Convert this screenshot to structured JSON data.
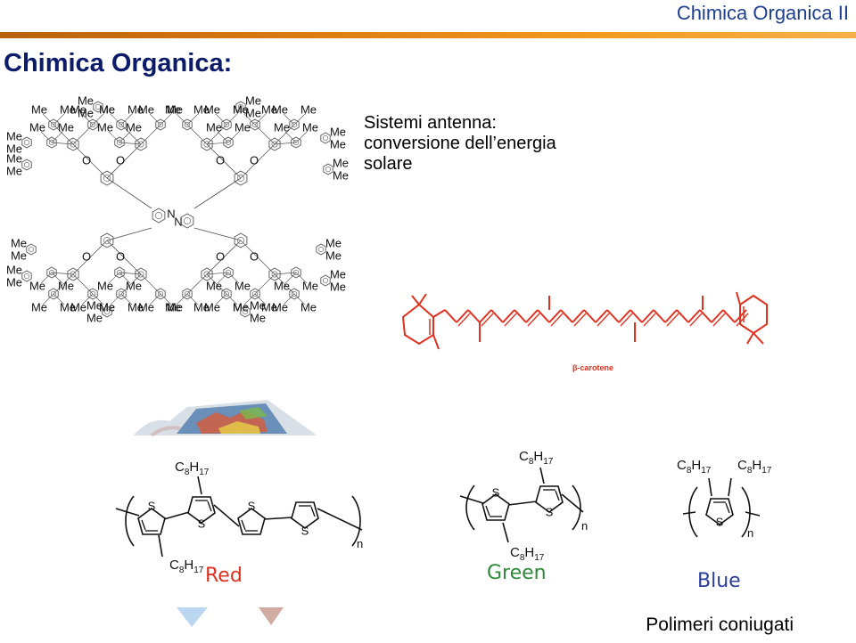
{
  "header": {
    "course_title": "Chimica Organica II"
  },
  "slide": {
    "title": "Chimica Organica:",
    "subtitle_lines": [
      "Sistemi antenna:",
      "conversione dell’energia",
      "solare"
    ],
    "caption": "Polimeri coniugati"
  },
  "figures": {
    "dendrimer": {
      "methyl_label": "Me",
      "atom_o": "O",
      "atom_n": "N"
    },
    "carotene": {
      "label": "β-carotene",
      "color": "#e0301e"
    },
    "polymers": [
      {
        "name": "Red",
        "color": "#e03020"
      },
      {
        "name": "Green",
        "color": "#2f8a3a"
      },
      {
        "name": "Blue",
        "color": "#2a3f9c"
      }
    ],
    "substituent": {
      "c": "C",
      "c_sub": "8",
      "h": "H",
      "h_sub": "17"
    },
    "atom_s": "S",
    "repeat_unit": "n"
  }
}
